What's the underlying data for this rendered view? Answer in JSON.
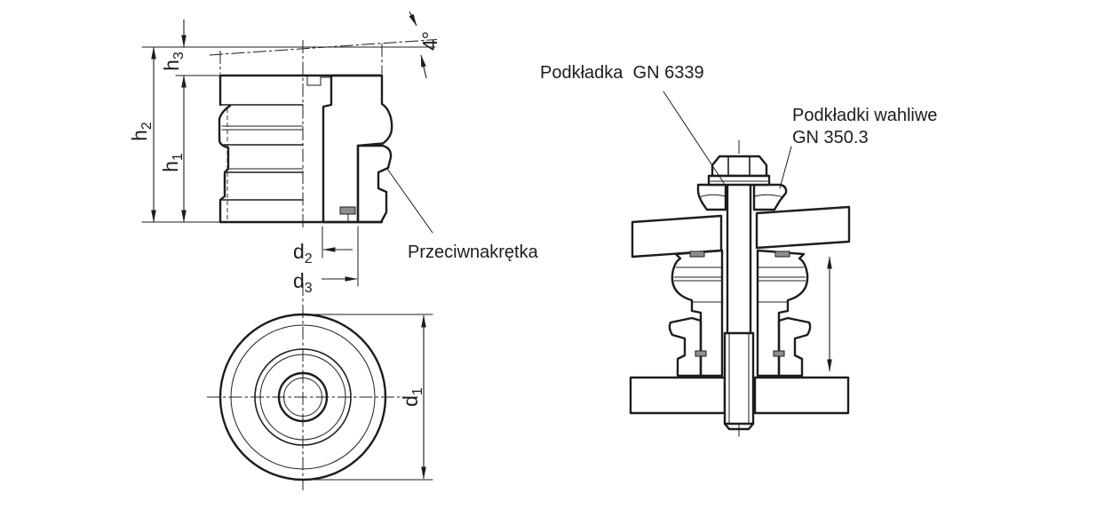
{
  "drawing": {
    "type": "technical-dimension-drawing",
    "views": {
      "section_view": "half-section side view with dimensions",
      "bottom_view": "concentric-circles top view",
      "installation_view": "assembly section between two plates with bolt"
    },
    "dimensions": {
      "h1": {
        "base": "h",
        "sub": "1"
      },
      "h2": {
        "base": "h",
        "sub": "2"
      },
      "h3": {
        "base": "h",
        "sub": "3"
      },
      "d1": {
        "base": "d",
        "sub": "1"
      },
      "d2": {
        "base": "d",
        "sub": "2"
      },
      "d3": {
        "base": "d",
        "sub": "3"
      },
      "angle": "4°"
    },
    "callouts": {
      "counternut": "Przeciwnakrętka",
      "washer_top": "Podkładka  GN 6339",
      "swivel_washers_line1": "Podkładki wahliwe",
      "swivel_washers_line2": "GN 350.3"
    },
    "colors": {
      "line": "#1d1d1b",
      "background": "#ffffff",
      "detail_fill": "#8e8e8e"
    }
  }
}
